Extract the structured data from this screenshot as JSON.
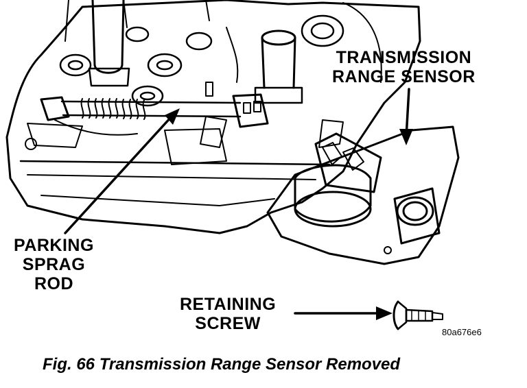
{
  "labels": {
    "transmission_range_sensor": [
      "TRANSMISSION",
      "RANGE SENSOR"
    ],
    "parking_sprag_rod": [
      "PARKING",
      "SPRAG",
      "ROD"
    ],
    "retaining_screw": [
      "RETAINING",
      "SCREW"
    ]
  },
  "reference_code": "80a676e6",
  "caption": "Fig. 66 Transmission Range Sensor Removed"
}
